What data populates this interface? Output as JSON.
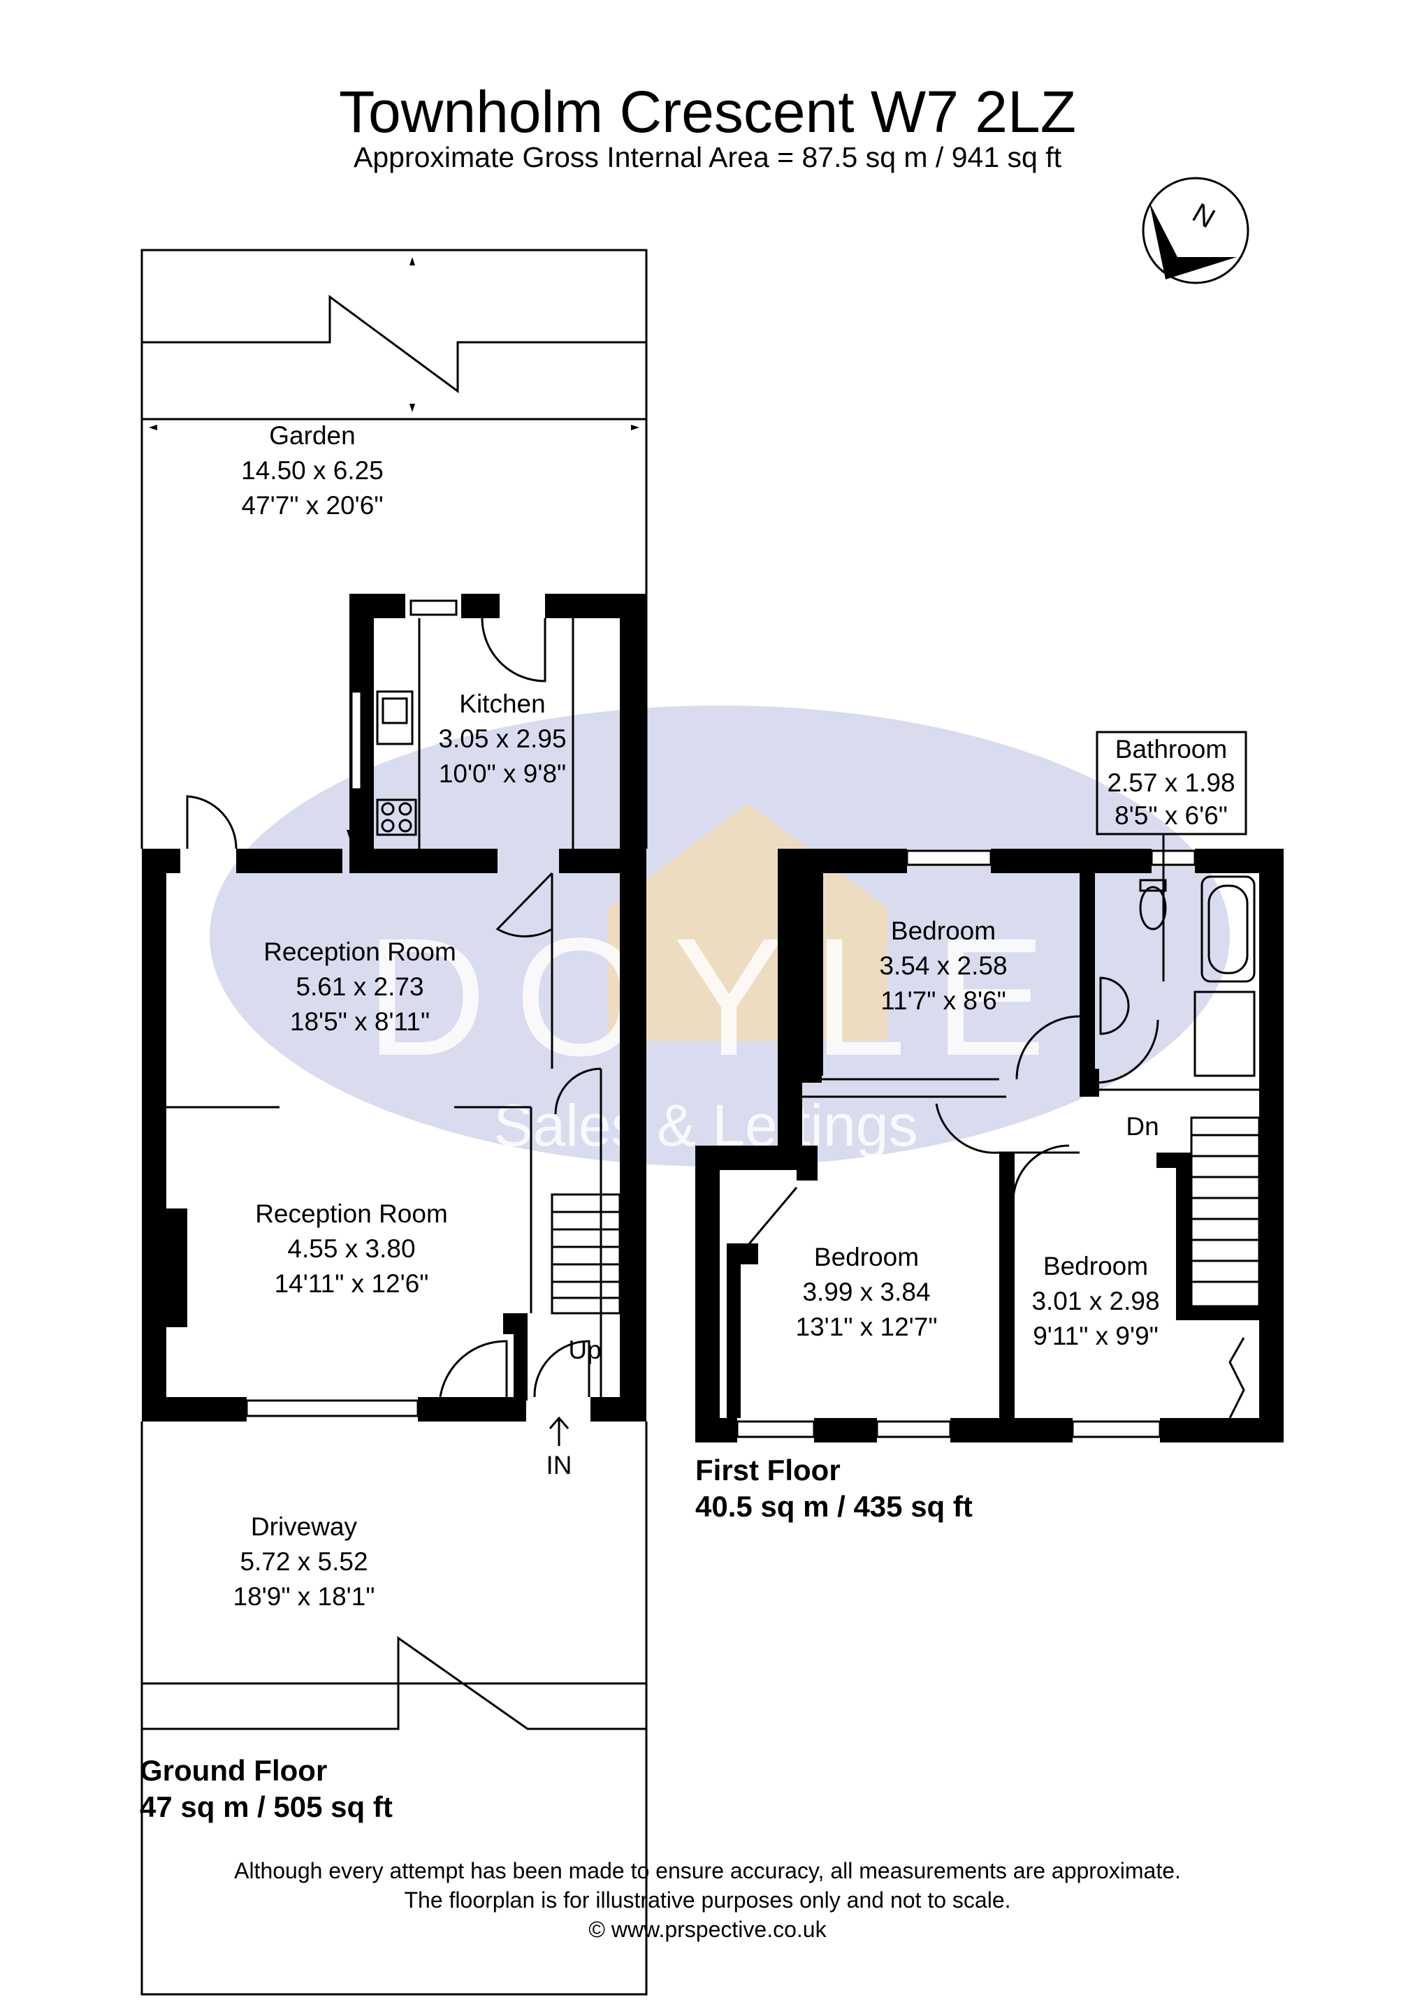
{
  "header": {
    "title": "Townholm Crescent W7 2LZ",
    "subtitle": "Approximate Gross Internal Area = 87.5 sq m / 941 sq ft"
  },
  "compass": {
    "label": "N",
    "icon": "north-arrow-icon"
  },
  "watermark": {
    "brand": "DOYLE",
    "tagline": "Sales & Lettings"
  },
  "ground_floor": {
    "label": "Ground Floor",
    "area": "47 sq m / 505 sq ft",
    "rooms": {
      "garden": {
        "name": "Garden",
        "metric": "14.50 x 6.25",
        "imperial": "47'7\" x 20'6\""
      },
      "kitchen": {
        "name": "Kitchen",
        "metric": "3.05 x 2.95",
        "imperial": "10'0\" x 9'8\""
      },
      "reception_1": {
        "name": "Reception Room",
        "metric": "5.61 x 2.73",
        "imperial": "18'5\" x 8'11\""
      },
      "reception_2": {
        "name": "Reception Room",
        "metric": "4.55 x 3.80",
        "imperial": "14'11\" x 12'6\""
      },
      "driveway": {
        "name": "Driveway",
        "metric": "5.72 x 5.52",
        "imperial": "18'9\" x 18'1\""
      }
    },
    "stairs_label": "Up",
    "entrance_label": "IN"
  },
  "first_floor": {
    "label": "First Floor",
    "area": "40.5 sq m / 435 sq ft",
    "rooms": {
      "bathroom": {
        "name": "Bathroom",
        "metric": "2.57 x 1.98",
        "imperial": "8'5\" x 6'6\""
      },
      "bedroom_1": {
        "name": "Bedroom",
        "metric": "3.54 x 2.58",
        "imperial": "11'7\" x 8'6\""
      },
      "bedroom_2": {
        "name": "Bedroom",
        "metric": "3.99 x 3.84",
        "imperial": "13'1\" x 12'7\""
      },
      "bedroom_3": {
        "name": "Bedroom",
        "metric": "3.01 x 2.98",
        "imperial": "9'11\" x 9'9\""
      }
    },
    "stairs_label": "Dn"
  },
  "footer": {
    "line1": "Although every attempt has been made to ensure accuracy, all measurements are approximate.",
    "line2": "The floorplan is for illustrative purposes only and not to scale.",
    "line3": "© www.prspective.co.uk"
  },
  "colors": {
    "wall": "#000000",
    "watermark_blue": "#c9cce6",
    "watermark_orange": "#f6d9a8",
    "line": "#000000",
    "background": "#ffffff"
  }
}
